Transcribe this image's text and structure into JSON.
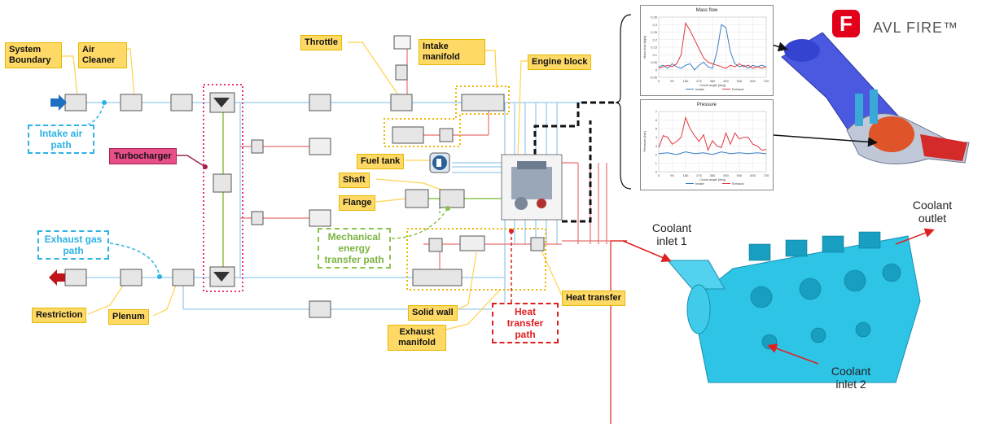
{
  "labels": {
    "system_boundary": "System Boundary",
    "air_cleaner": "Air Cleaner",
    "throttle": "Throttle",
    "intake_manifold": "Intake manifold",
    "engine_block": "Engine block",
    "fuel_tank": "Fuel tank",
    "shaft": "Shaft",
    "flange": "Flange",
    "restriction": "Restriction",
    "plenum": "Plenum",
    "solid_wall": "Solid wall",
    "exhaust_manifold": "Exhaust manifold",
    "heat_transfer": "Heat transfer",
    "turbocharger": "Turbocharger"
  },
  "paths": {
    "intake_air_path": "Intake air path",
    "exhaust_gas_path": "Exhaust gas path",
    "mechanical_energy_transfer_path": "Mechanical energy transfer path",
    "heat_transfer_path": "Heat transfer path"
  },
  "coolant": {
    "inlet_1": "Coolant inlet 1",
    "outlet": "Coolant outlet",
    "inlet_2": "Coolant inlet 2"
  },
  "brand": {
    "logo_letter": "F",
    "name": "AVL FIRE™"
  },
  "colors": {
    "label_fill": "#ffd966",
    "intake_line": "#a8d4ef",
    "exhaust_line": "#e87070",
    "mechanical_line": "#8bc34a",
    "intake_path": "#2db2e6",
    "heat_path": "#e02020",
    "turbo_fill": "#e84e89",
    "coolant_mesh": "#2ec4e6"
  },
  "chart_data": [
    {
      "type": "line",
      "title": "Mass flow",
      "xlabel": "Crank angle [deg]",
      "ylabel": "Mass flow [kg/s]",
      "x_ticks": [
        0,
        90,
        180,
        270,
        360,
        450,
        540,
        630,
        720
      ],
      "y_ticks": [
        -0.05,
        0,
        0.05,
        0.1,
        0.15,
        0.2,
        0.25,
        0.3,
        0.35
      ],
      "xlim": [
        0,
        720
      ],
      "ylim": [
        -0.05,
        0.35
      ],
      "legend": "bottom",
      "series": [
        {
          "name": "Intake",
          "color": "#3b7dc4",
          "x": [
            0,
            30,
            60,
            90,
            120,
            150,
            180,
            210,
            240,
            270,
            300,
            330,
            360,
            390,
            420,
            450,
            480,
            510,
            540,
            570,
            600,
            630,
            660,
            690,
            720
          ],
          "values": [
            0.02,
            0.03,
            0.01,
            0.04,
            0.02,
            0.01,
            0.03,
            0.04,
            0.0,
            0.03,
            0.05,
            0.02,
            0.01,
            0.12,
            0.3,
            0.28,
            0.12,
            0.04,
            0.02,
            0.03,
            0.01,
            0.03,
            0.02,
            0.03,
            0.02
          ]
        },
        {
          "name": "Exhaust",
          "color": "#e0393e",
          "x": [
            0,
            30,
            60,
            90,
            120,
            150,
            180,
            210,
            240,
            270,
            300,
            330,
            360,
            390,
            420,
            450,
            480,
            510,
            540,
            570,
            600,
            630,
            660,
            690,
            720
          ],
          "values": [
            0.01,
            0.02,
            0.03,
            0.02,
            0.04,
            0.1,
            0.31,
            0.26,
            0.2,
            0.14,
            0.08,
            0.05,
            0.04,
            0.03,
            0.02,
            0.01,
            0.03,
            0.02,
            0.04,
            0.02,
            0.03,
            0.01,
            0.02,
            0.01,
            0.02
          ]
        }
      ]
    },
    {
      "type": "line",
      "title": "Pressure",
      "xlabel": "Crank angle [deg]",
      "ylabel": "Pressure [bar]",
      "x_ticks": [
        0,
        90,
        180,
        270,
        360,
        450,
        540,
        630,
        720
      ],
      "y_ticks": [
        0,
        1,
        2,
        3,
        4,
        5,
        6,
        7
      ],
      "xlim": [
        0,
        720
      ],
      "ylim": [
        0,
        7
      ],
      "legend": "bottom",
      "series": [
        {
          "name": "Intake",
          "color": "#3b7dc4",
          "x": [
            0,
            60,
            120,
            180,
            240,
            300,
            360,
            420,
            480,
            540,
            600,
            660,
            720
          ],
          "values": [
            2.1,
            2.2,
            2.0,
            2.3,
            2.1,
            2.2,
            2.0,
            2.3,
            2.1,
            2.2,
            2.1,
            2.2,
            2.1
          ]
        },
        {
          "name": "Exhaust",
          "color": "#e0393e",
          "x": [
            0,
            30,
            60,
            90,
            120,
            150,
            180,
            210,
            240,
            270,
            300,
            330,
            360,
            390,
            420,
            450,
            480,
            510,
            540,
            570,
            600,
            630,
            660,
            690,
            720
          ],
          "values": [
            2.8,
            4.2,
            4.0,
            3.2,
            3.5,
            4.0,
            6.3,
            5.0,
            4.2,
            3.5,
            4.3,
            2.5,
            3.6,
            3.0,
            2.8,
            4.5,
            3.2,
            4.5,
            3.8,
            4.0,
            4.0,
            3.2,
            3.0,
            2.5,
            2.6
          ]
        }
      ]
    }
  ]
}
